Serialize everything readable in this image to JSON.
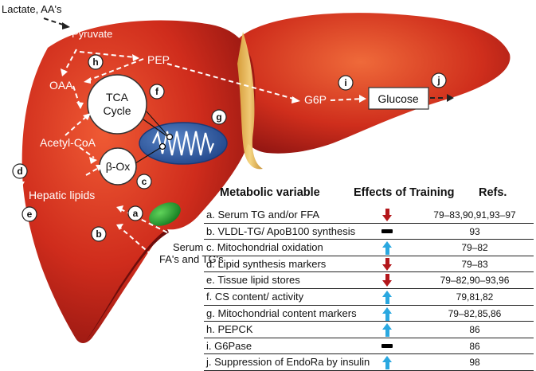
{
  "labels": {
    "lactate": "Lactate, AA's",
    "pyruvate": "Pyruvate",
    "pep": "PEP",
    "oaa": "OAA",
    "tca_line1": "TCA",
    "tca_line2": "Cycle",
    "acetyl_coa": "Acetyl-CoA",
    "beta_ox": "β-Ox",
    "hepatic_lipids": "Hepatic lipids",
    "g6p": "G6P",
    "glucose": "Glucose",
    "serum_line1": "Serum",
    "serum_line2": "FA's and TG's"
  },
  "markers": {
    "a": "a",
    "b": "b",
    "c": "c",
    "d": "d",
    "e": "e",
    "f": "f",
    "g": "g",
    "h": "h",
    "i": "i",
    "j": "j"
  },
  "table": {
    "headers": {
      "variable": "Metabolic variable",
      "effects": "Effects of Training",
      "refs": "Refs."
    },
    "rows": [
      {
        "variable": "a.  Serum TG and/or FFA",
        "effect": "down",
        "refs": "79–83,90,91,93–97"
      },
      {
        "variable": "b.  VLDL-TG/ ApoB100 synthesis",
        "effect": "none",
        "refs": "93"
      },
      {
        "variable": "c.  Mitochondrial oxidation",
        "effect": "up",
        "refs": "79–82"
      },
      {
        "variable": "d.  Lipid synthesis markers",
        "effect": "down",
        "refs": "79–83"
      },
      {
        "variable": "e.  Tissue lipid stores",
        "effect": "down",
        "refs": "79–82,90–93,96"
      },
      {
        "variable": "f.  CS content/ activity",
        "effect": "up",
        "refs": "79,81,82"
      },
      {
        "variable": "g.  Mitochondrial content markers",
        "effect": "up",
        "refs": "79–82,85,86"
      },
      {
        "variable": "h.  PEPCK",
        "effect": "up",
        "refs": "86"
      },
      {
        "variable": "i.  G6Pase",
        "effect": "none",
        "refs": "86"
      },
      {
        "variable": "j.  Suppression of EndoRa by insulin",
        "effect": "up",
        "refs": "98"
      }
    ]
  },
  "colors": {
    "liver": "#c8261a",
    "liver_highlight": "#e8502e",
    "gallbladder": "#1f8c2a",
    "mitochondrion": "#2f5fa8",
    "down_arrow": "#b3171b",
    "up_arrow": "#2aa8e0"
  }
}
